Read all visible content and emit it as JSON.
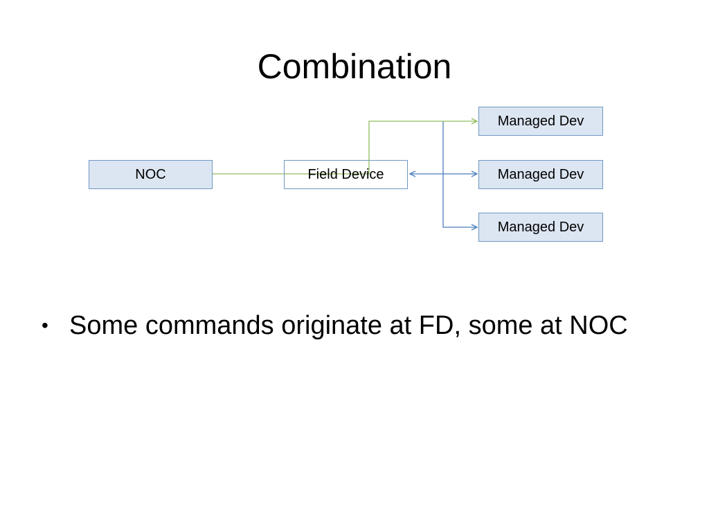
{
  "slide": {
    "title": "Combination",
    "bullets": [
      "Some commands originate at FD, some at NOC"
    ]
  },
  "diagram": {
    "nodes": {
      "noc": "NOC",
      "field_device": "Field Device",
      "managed_1": "Managed Dev",
      "managed_2": "Managed Dev",
      "managed_3": "Managed Dev"
    },
    "colors": {
      "box_fill": "#dce6f2",
      "box_border": "#6f96c3",
      "noc_link": "#8fbc5a",
      "fd_link": "#4a7ebb"
    }
  }
}
